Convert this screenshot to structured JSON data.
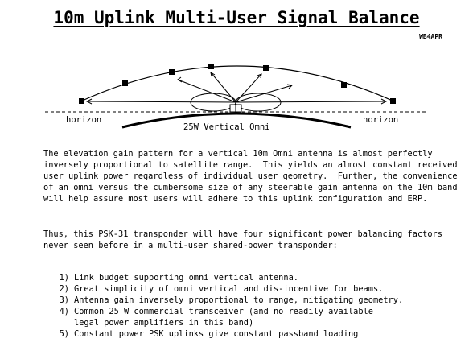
{
  "title": "10m Uplink Multi-User Signal Balance",
  "callsign": "WB4APR",
  "diagram": {
    "horizon_left": "horizon",
    "horizon_right": "horizon",
    "antenna_label": "25W Vertical Omni"
  },
  "paragraph1": "The elevation gain pattern for a vertical 10m Omni antenna is almost perfectly inversely proportional to satellite range.  This yields an almost constant received user uplink power regardless of individual user geometry.  Further, the convenience of an omni versus the cumbersome size of any steerable gain antenna on the 10m band will help assure most users will adhere to this uplink configuration and ERP.",
  "paragraph2": "Thus, this PSK-31 transponder will have four significant power balancing factors never seen before in a multi-user shared-power transponder:",
  "factors": [
    {
      "num": "1)",
      "text": "Link budget supporting omni vertical antenna."
    },
    {
      "num": "2)",
      "text": "Great simplicity of omni vertical and dis-incentive for beams."
    },
    {
      "num": "3)",
      "text": "Antenna gain inversely proportional to range, mitigating geometry."
    },
    {
      "num": "4)",
      "text": "Common 25 W commercial transceiver (and no readily available\nlegal power amplifiers in this band)"
    },
    {
      "num": "5)",
      "text": "Constant power PSK uplinks give constant passband loading"
    }
  ]
}
